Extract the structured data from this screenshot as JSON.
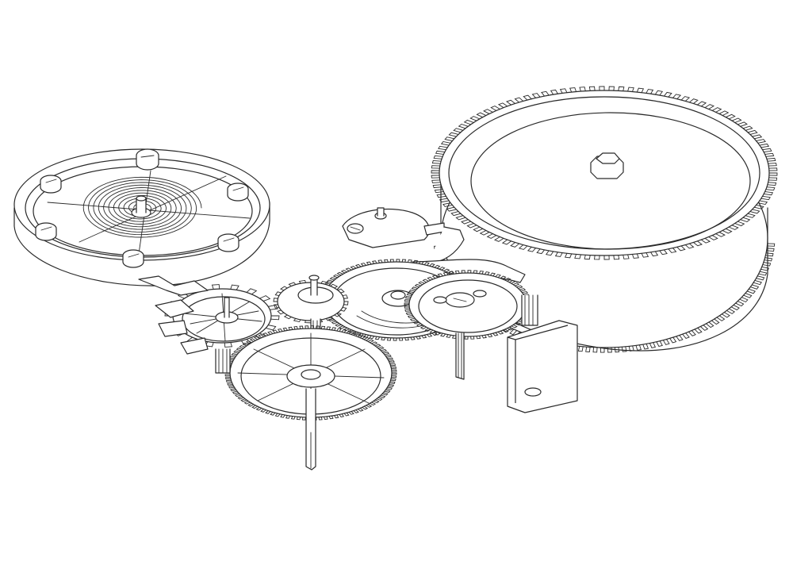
{
  "diagram": {
    "line_color": "#2a2a2a",
    "background_color": "#ffffff",
    "parts": [
      {
        "id": "balance-wheel",
        "icon": "balance-wheel-icon"
      },
      {
        "id": "hairspring",
        "icon": "spiral-spring-icon"
      },
      {
        "id": "escape-wheel",
        "icon": "escape-wheel-icon"
      },
      {
        "id": "fourth-wheel",
        "icon": "gear-icon"
      },
      {
        "id": "third-wheel",
        "icon": "gear-icon"
      },
      {
        "id": "center-wheel",
        "icon": "gear-icon"
      },
      {
        "id": "large-gear-wheel",
        "icon": "gear-icon"
      },
      {
        "id": "mainspring-barrel",
        "icon": "barrel-icon"
      },
      {
        "id": "balance-bridge",
        "icon": "bridge-icon"
      },
      {
        "id": "bridge-plate",
        "icon": "plate-icon"
      },
      {
        "id": "center-arbor",
        "icon": "arbor-icon"
      }
    ]
  }
}
